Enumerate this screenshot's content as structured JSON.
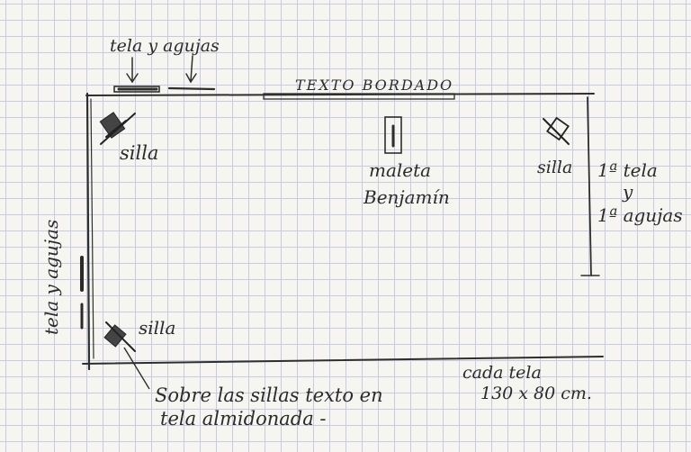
{
  "labels": {
    "fabric_top": "tela y agujas",
    "embroidered_text": "TEXTO BORDADO",
    "chair_top_left": "silla",
    "center_object_line1": "maleta",
    "center_object_line2": "Benjamín",
    "chair_top_right": "silla",
    "right_note_line1": "1ª tela",
    "right_note_line2": "y",
    "right_note_line3": "1ª agujas",
    "fabric_left": "tela y agujas",
    "chair_bottom_left": "silla",
    "note_line1": "Sobre las sillas texto en",
    "note_line2": "tela almidonada -",
    "size_line1": "cada tela",
    "size_line2": "130 x 80 cm."
  }
}
